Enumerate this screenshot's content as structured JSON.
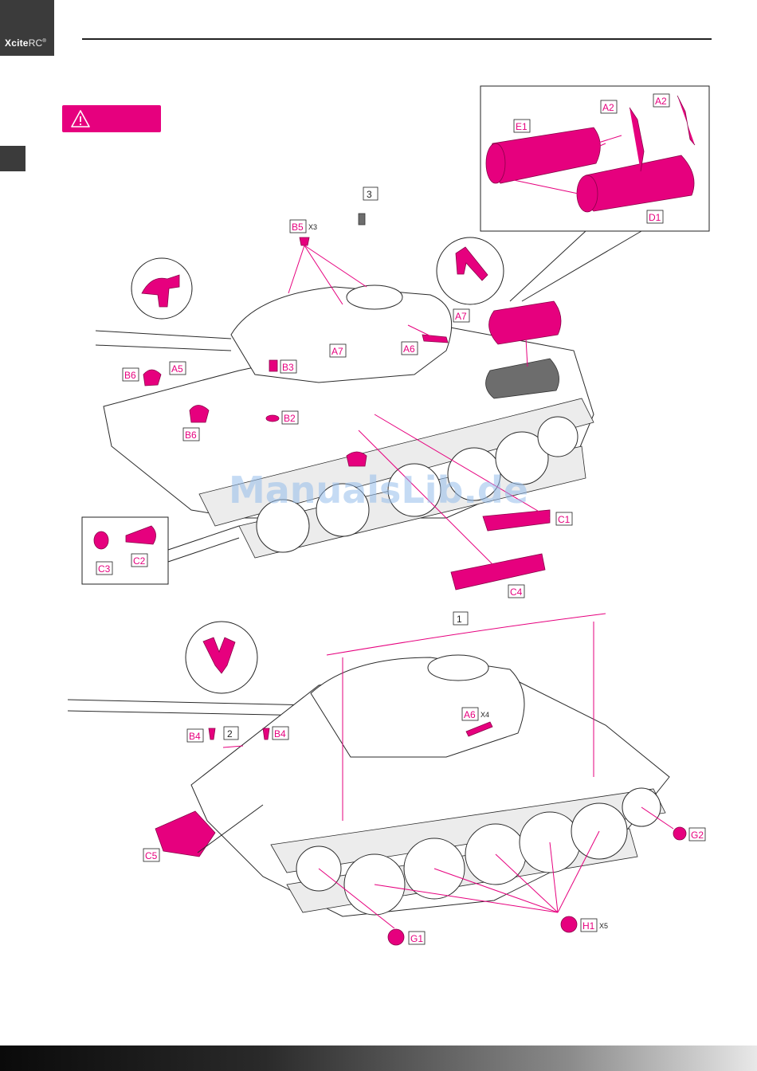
{
  "brand": {
    "name_bold": "Xcite",
    "name_light": "RC",
    "mark": "®"
  },
  "icons": {
    "warning": "warning-triangle-icon"
  },
  "colors": {
    "accent": "#e6007e",
    "dark": "#3b3b3b"
  },
  "watermark": "ManualsLib.de",
  "top_labels": {
    "step": "3",
    "b5": "B5",
    "b5_qty": "X3",
    "a2_left": "A2",
    "a2_right": "A2",
    "e1": "E1",
    "d1": "D1",
    "a7_right": "A7",
    "a7_left": "A7",
    "a6": "A6",
    "b6_top": "B6",
    "a5": "A5",
    "b6_bottom": "B6",
    "b3": "B3",
    "b2": "B2",
    "c1": "C1",
    "c2": "C2",
    "c3": "C3",
    "c4": "C4"
  },
  "bottom_labels": {
    "step": "1",
    "b4_left": "B4",
    "part_2": "2",
    "b4_right": "B4",
    "a6": "A6",
    "a6_qty": "X4",
    "c5": "C5",
    "g1": "G1",
    "g2": "G2",
    "h1": "H1",
    "h1_qty": "X5"
  }
}
